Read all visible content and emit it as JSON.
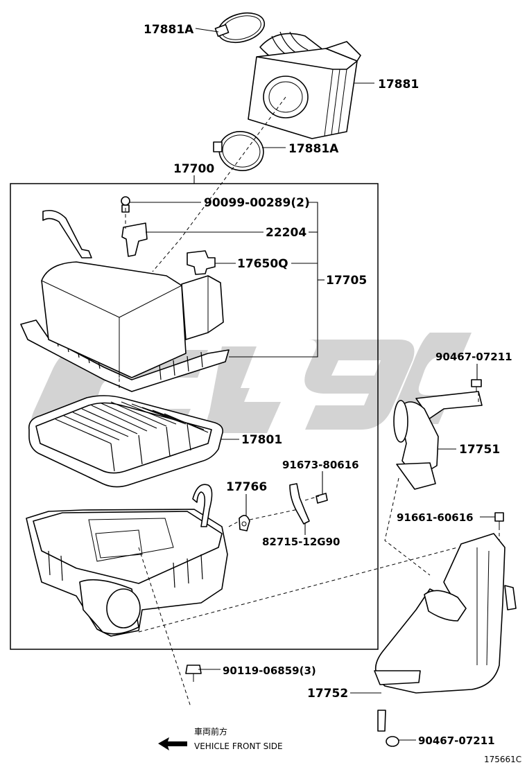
{
  "labels": {
    "p17881A_top": "17881A",
    "p17881": "17881",
    "p17881A_bot": "17881A",
    "p17700": "17700",
    "p90099": "90099-00289(2)",
    "p22204": "22204",
    "p17650Q": "17650Q",
    "p17705": "17705",
    "p17801": "17801",
    "p17766": "17766",
    "p91673": "91673-80616",
    "p82715": "82715-12G90",
    "p90119": "90119-06859(3)",
    "p90467_top": "90467-07211",
    "p17751": "17751",
    "p91661": "91661-60616",
    "p17752": "17752",
    "p90467_bot": "90467-07211"
  },
  "footer": {
    "front_jp": "車両前方",
    "front_en": "VEHICLE FRONT SIDE",
    "diagram_code": "175661C"
  },
  "colors": {
    "ink": "#000000",
    "paper": "#ffffff",
    "watermark": "#d3d3d3"
  }
}
